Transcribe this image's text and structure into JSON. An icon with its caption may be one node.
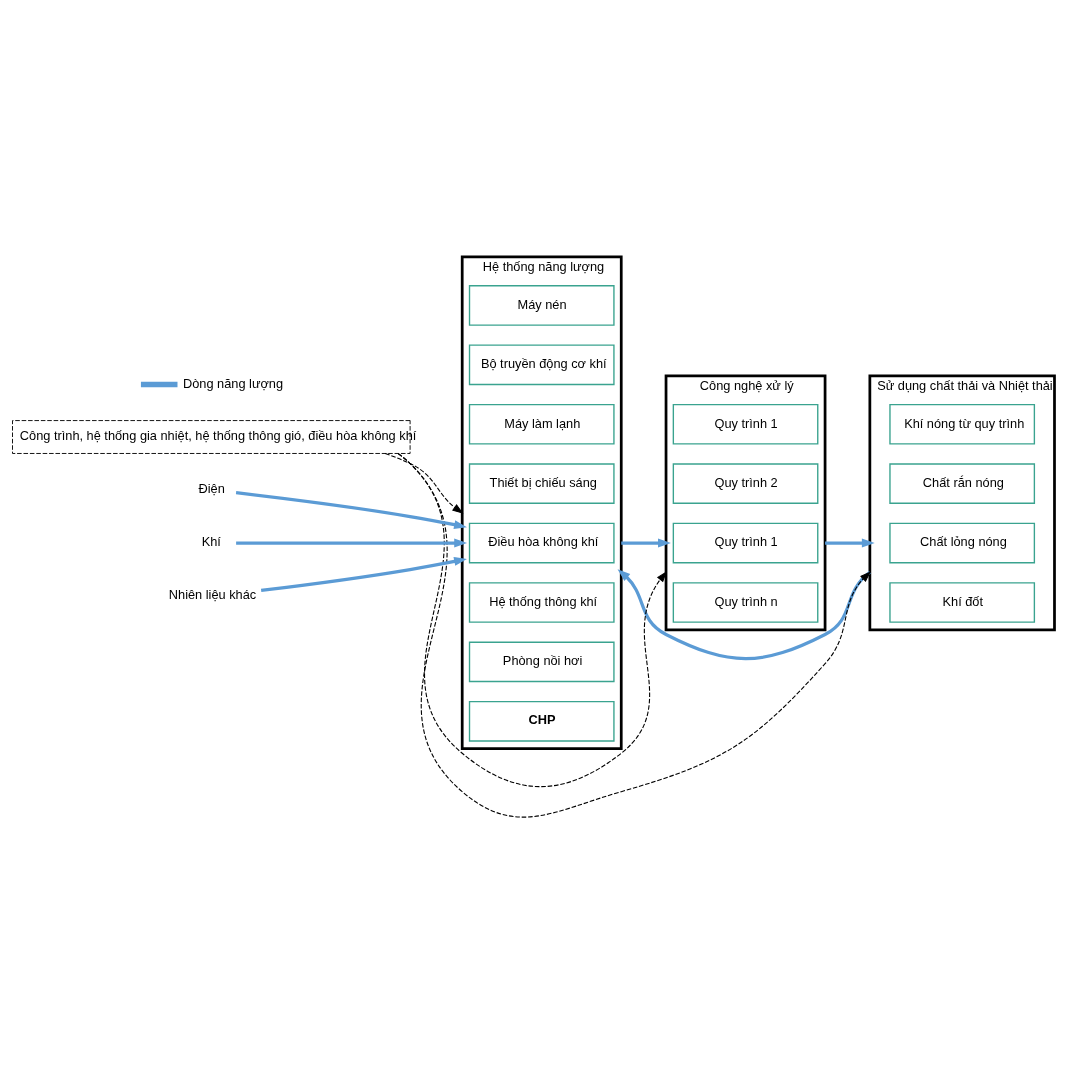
{
  "diagram": {
    "nodes": [
      {
        "text": [
          "Hệ thống năng lượng"
        ]
      },
      {
        "text": [
          "Máy nén"
        ],
        "in": 0
      },
      {
        "text": [
          "Bộ truyền động cơ khí"
        ],
        "in": 0
      },
      {
        "text": [
          "Máy làm lạnh"
        ],
        "in": 0
      },
      {
        "text": [
          "Thiết bị chiếu sáng"
        ],
        "in": 0
      },
      {
        "text": [
          "Điều hòa không khí"
        ],
        "in": 0
      },
      {
        "text": [
          "Hệ thống thông khí"
        ],
        "in": 0
      },
      {
        "text": [
          "Phòng nồi hơi"
        ],
        "in": 0
      },
      {
        "text": [
          "CHP"
        ],
        "in": 0
      },
      {
        "text": [
          "Công nghệ xử lý"
        ]
      },
      {
        "text": [
          "Quy trình 1"
        ],
        "in": 9
      },
      {
        "text": [
          "Quy trình 2"
        ],
        "in": 9
      },
      {
        "text": [
          "Quy trình 1"
        ],
        "in": 9
      },
      {
        "text": [
          "Quy trình n"
        ],
        "in": 9
      },
      {
        "text": [
          "Sử dụng chất thải và Nhiệt thải"
        ]
      },
      {
        "text": [
          "Khí nóng từ quy trình"
        ],
        "in": 14
      },
      {
        "text": [
          "Chất rắn nóng"
        ],
        "in": 14
      },
      {
        "text": [
          "Chất lỏng nóng"
        ],
        "in": 14
      },
      {
        "text": [
          "Khí đốt"
        ],
        "in": 14
      },
      {
        "text": [
          "Công trình, hệ thống gia nhiệt, hệ thống thông gió, điều hòa không khí"
        ]
      },
      {
        "text": [
          "Điện"
        ]
      },
      {
        "text": [
          "Khí"
        ]
      },
      {
        "text": [
          "Nhiên liệu khác"
        ]
      }
    ],
    "edges": [
      {
        "from": 20,
        "to": 0,
        "arrow": "to"
      },
      {
        "from": 21,
        "to": 0,
        "arrow": "to"
      },
      {
        "from": 22,
        "to": 0,
        "arrow": "to"
      },
      {
        "from": 0,
        "to": 9,
        "arrow": "to"
      },
      {
        "from": 9,
        "to": 14,
        "arrow": "to"
      },
      {
        "from": 14,
        "to": 0,
        "arrow": "to"
      },
      {
        "from": 19,
        "to": 0,
        "arrow": "to",
        "style": "dashed",
        "color": "#000000"
      },
      {
        "from": 19,
        "to": 9,
        "arrow": "to",
        "style": "dashed",
        "color": "#000000"
      },
      {
        "from": 19,
        "to": 14,
        "arrow": "to",
        "style": "dashed",
        "color": "#000000"
      }
    ],
    "legend": [
      {
        "text": "Dòng năng lượng"
      }
    ]
  }
}
